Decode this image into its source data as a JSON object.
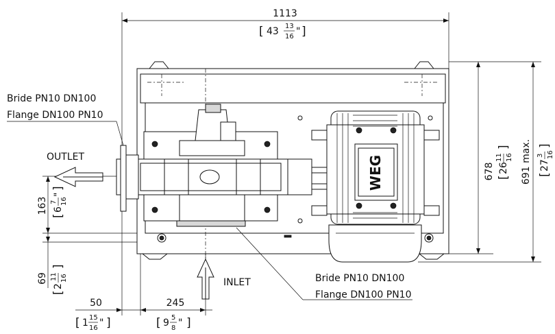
{
  "dimensions": {
    "overall_width": {
      "mm": "1113",
      "inch_whole": "43",
      "inch_num": "13",
      "inch_den": "16"
    },
    "height": {
      "mm": "678",
      "inch_whole": "26",
      "inch_num": "11",
      "inch_den": "16"
    },
    "height_max": {
      "mm": "691 max.",
      "inch_whole": "27",
      "inch_num": "3",
      "inch_den": "16"
    },
    "outlet_height": {
      "mm": "163",
      "inch_whole": "6",
      "inch_num": "7",
      "inch_den": "16"
    },
    "inlet_offset": {
      "mm": "69",
      "inch_whole": "2",
      "inch_num": "11",
      "inch_den": "16"
    },
    "left_margin": {
      "mm": "50",
      "inch_whole": "1",
      "inch_num": "15",
      "inch_den": "16"
    },
    "inlet_position": {
      "mm": "245",
      "inch_whole": "9",
      "inch_num": "5",
      "inch_den": "8"
    }
  },
  "labels": {
    "outlet_flange_fr": "Bride PN10 DN100",
    "outlet_flange_en": "Flange DN100 PN10",
    "outlet": "OUTLET",
    "inlet": "INLET",
    "inlet_flange_fr": "Bride PN10 DN100",
    "inlet_flange_en": "Flange DN100 PN10"
  },
  "motor_logo": "WEG"
}
